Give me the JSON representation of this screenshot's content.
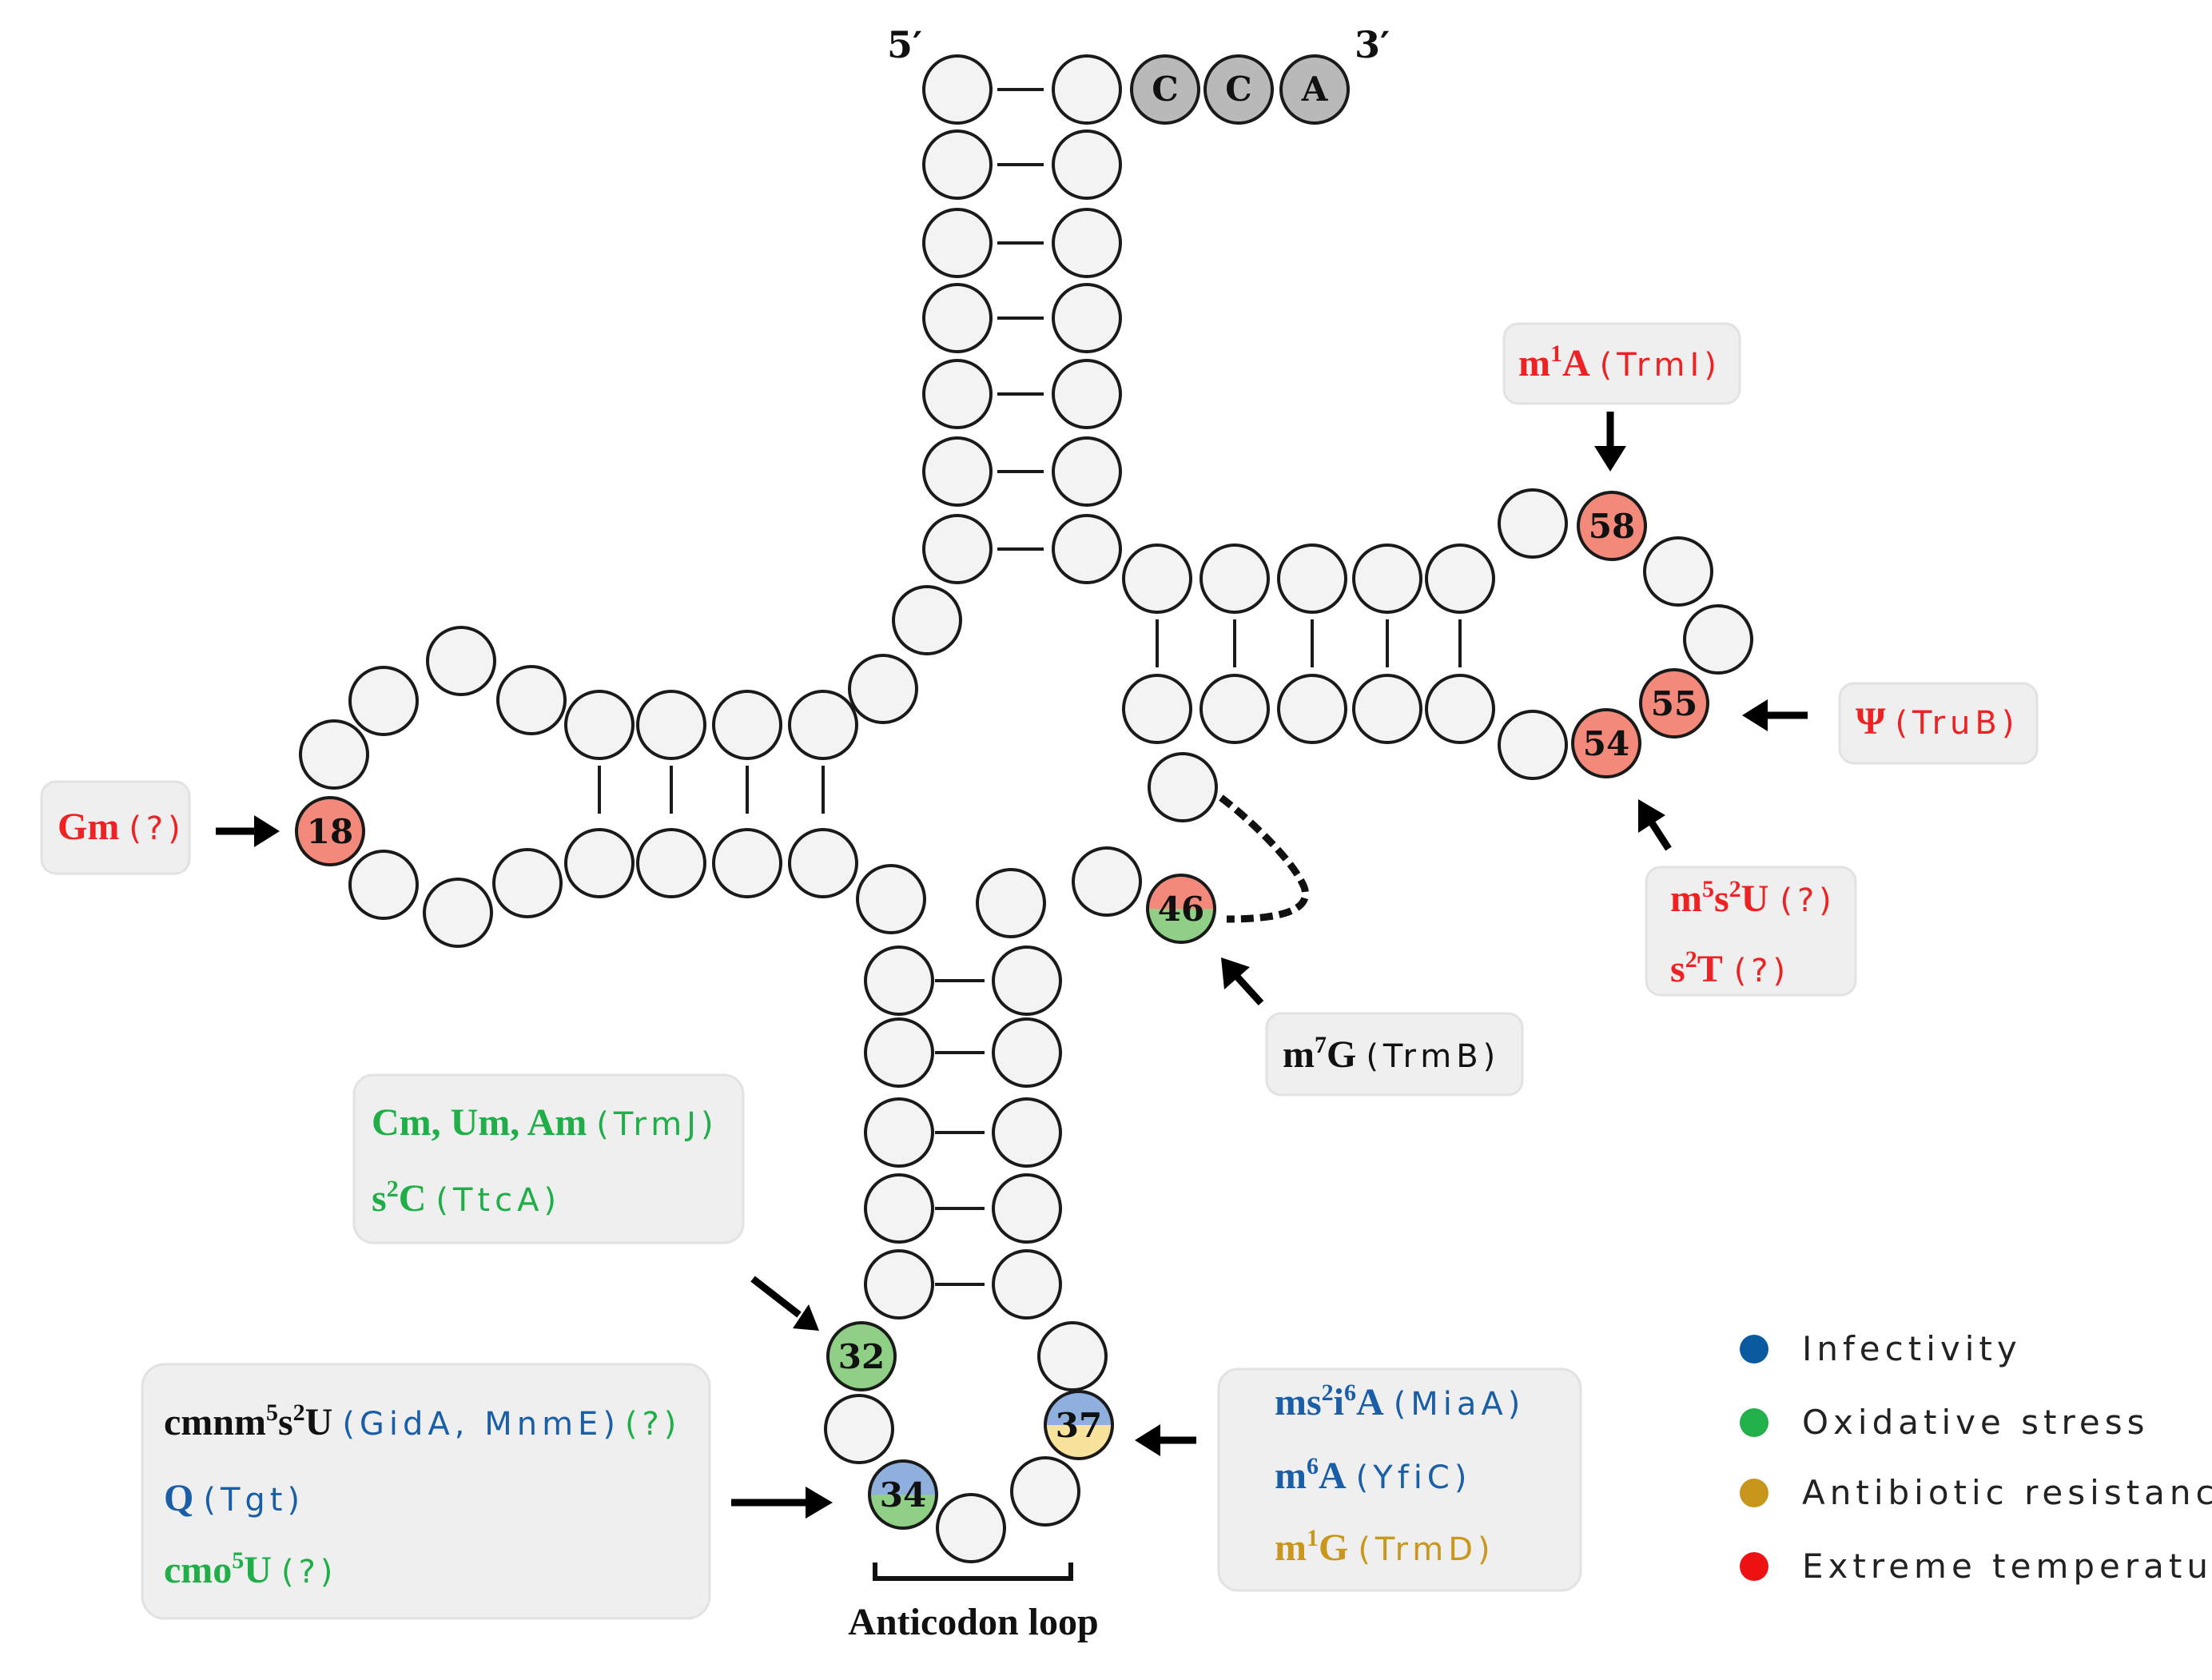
{
  "ends": {
    "five_prime": "5′",
    "three_prime": "3′"
  },
  "cca": [
    "C",
    "C",
    "A"
  ],
  "positions": {
    "p18": "18",
    "p32": "32",
    "p34": "34",
    "p37": "37",
    "p46": "46",
    "p54": "54",
    "p55": "55",
    "p58": "58"
  },
  "labels": {
    "gm": {
      "mod": "Gm",
      "enzyme": "(?)"
    },
    "m1a": {
      "mod_base": "m",
      "mod_sup": "1",
      "mod_tail": "A",
      "enzyme": "(TrmI)"
    },
    "psi": {
      "mod": "Ψ",
      "enzyme": "(TruB)"
    },
    "m5s2u": {
      "m": "m",
      "sup1": "5",
      "s": "s",
      "sup2": "2",
      "tail": "U",
      "enzyme": "(?)"
    },
    "s2t": {
      "s": "s",
      "sup": "2",
      "tail": "T",
      "enzyme": "(?)"
    },
    "m7g": {
      "m": "m",
      "sup": "7",
      "tail": "G",
      "enzyme": "(TrmB)"
    },
    "cm_um_am": {
      "mod": "Cm, Um, Am",
      "enzyme": "(TrmJ)"
    },
    "s2c": {
      "s": "s",
      "sup": "2",
      "tail": "C",
      "enzyme": "(TtcA)"
    },
    "cmnm": {
      "base": "cmnm",
      "sup1": "5",
      "s": "s",
      "sup2": "2",
      "tail": "U",
      "enzyme": "(GidA, MnmE)",
      "enzyme2": "(?)"
    },
    "q": {
      "mod": "Q",
      "enzyme": "(Tgt)"
    },
    "cmo5u": {
      "base": "cmo",
      "sup": "5",
      "tail": "U",
      "enzyme": "(?)"
    },
    "ms2i6a": {
      "ms": "ms",
      "sup1": "2",
      "i": "i",
      "sup2": "6",
      "tail": "A",
      "enzyme": "(MiaA)"
    },
    "m6a": {
      "m": "m",
      "sup": "6",
      "tail": "A",
      "enzyme": "(YfiC)"
    },
    "m1g": {
      "m": "m",
      "sup": "1",
      "tail": "G",
      "enzyme": "(TrmD)"
    }
  },
  "anticodon_label": "Anticodon loop",
  "legend": [
    {
      "label": "Infectivity",
      "color": "#0a5aa0"
    },
    {
      "label": "Oxidative stress",
      "color": "#22b04b"
    },
    {
      "label": "Antibiotic resistance",
      "color": "#c8961a"
    },
    {
      "label": "Extreme temperatures",
      "color": "#ee1111"
    }
  ],
  "colors": {
    "red": "#ee2222",
    "green": "#1fae48",
    "blue": "#1a5ea8",
    "gold": "#c9971c",
    "black": "#111111",
    "salmon": "#f3897a",
    "nt_green": "#8fcf86",
    "nt_blue": "#8fb0de",
    "nt_yellow": "#f8e39c"
  }
}
